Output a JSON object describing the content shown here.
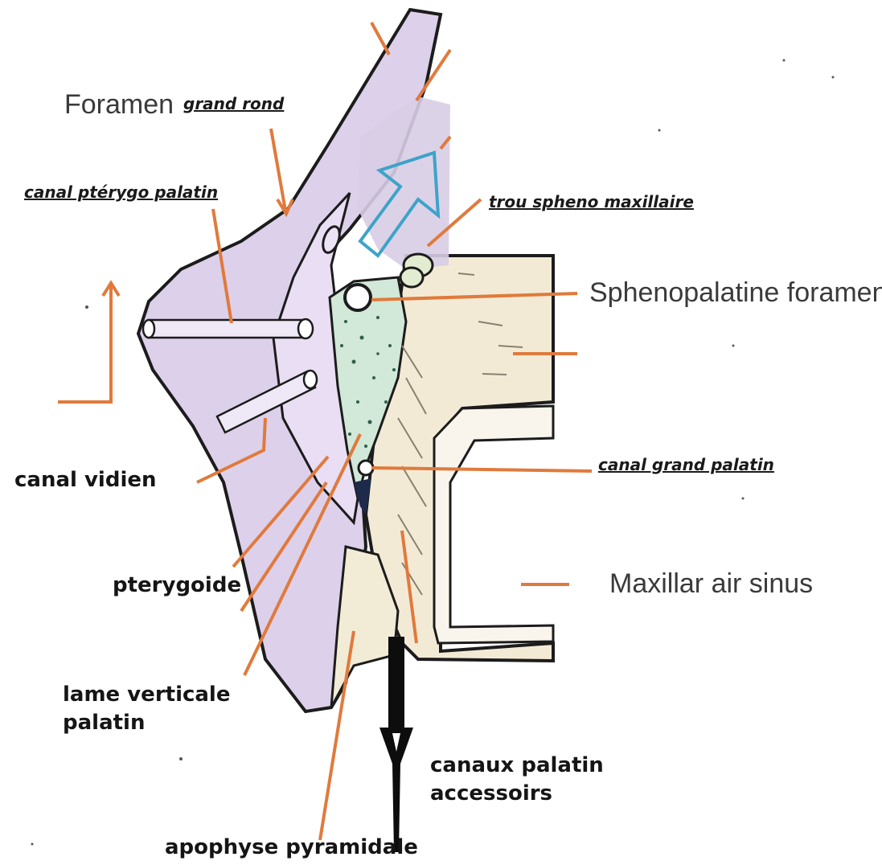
{
  "labels": {
    "foramen": "Foramen",
    "grand_rond": "grand rond",
    "canal_pterygo_palatin": "canal ptérygo palatin",
    "trou_spheno_maxillaire": "trou spheno maxillaire",
    "sphenopalatine_foramen": "Sphenopalatine foramen",
    "canal_grand_palatin": "canal grand palatin",
    "canal_vidien": "canal vidien",
    "pterygoide": "pterygoide",
    "maxillary_air_sinus": "Maxillar   air sinus",
    "lame_verticale_line1": "lame verticale",
    "lame_verticale_line2": "palatin",
    "canaux_palatin_line1": "canaux palatin",
    "canaux_palatin_line2": "accessoirs",
    "apophyse_pyramidale": "apophyse pyramidale"
  },
  "colors": {
    "leader_line": "#e07a3c",
    "outline": "#1c1c1c",
    "pterygoid_fill": "#ddd0ea",
    "palatine_fill": "#d2e8d8",
    "maxilla_fill": "#f3ead6",
    "arrow_outline": "#3ea3c8",
    "probe": "#0d0d0d"
  }
}
